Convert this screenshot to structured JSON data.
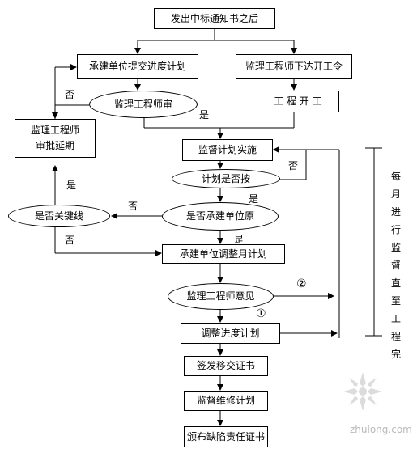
{
  "nodes": {
    "start": "发出中标通知书之后",
    "submit_plan": "承建单位提交进度计划",
    "engineer_order": "监理工程师下达开工令",
    "engineer_review": "监理工程师审",
    "start_work": "工 程 开 工",
    "approve_delay_1": "监理工程师",
    "approve_delay_2": "审批延期",
    "supervise_impl": "监督计划实施",
    "plan_check": "计划是否按",
    "critical_path": "是否关键线",
    "contractor_cause": "是否承建单位原",
    "adjust_monthly": "承建单位调整月计划",
    "engineer_opinion": "监理工程师意见",
    "adjust_schedule": "调整进度计划",
    "issue_cert": "签发移交证书",
    "supervise_repair": "监督维修计划",
    "defect_cert": "颁布缺陷责任证书"
  },
  "labels": {
    "no_review": "否",
    "yes_review": "是",
    "no_plan": "否",
    "yes_plan": "是",
    "no_contractor": "否",
    "yes_contractor": "是",
    "yes_critical": "是",
    "no_critical": "否",
    "circle_2": "②",
    "circle_1": "①"
  },
  "side_note": "每月进行监督直至工程完",
  "watermark": "zhulong.com"
}
